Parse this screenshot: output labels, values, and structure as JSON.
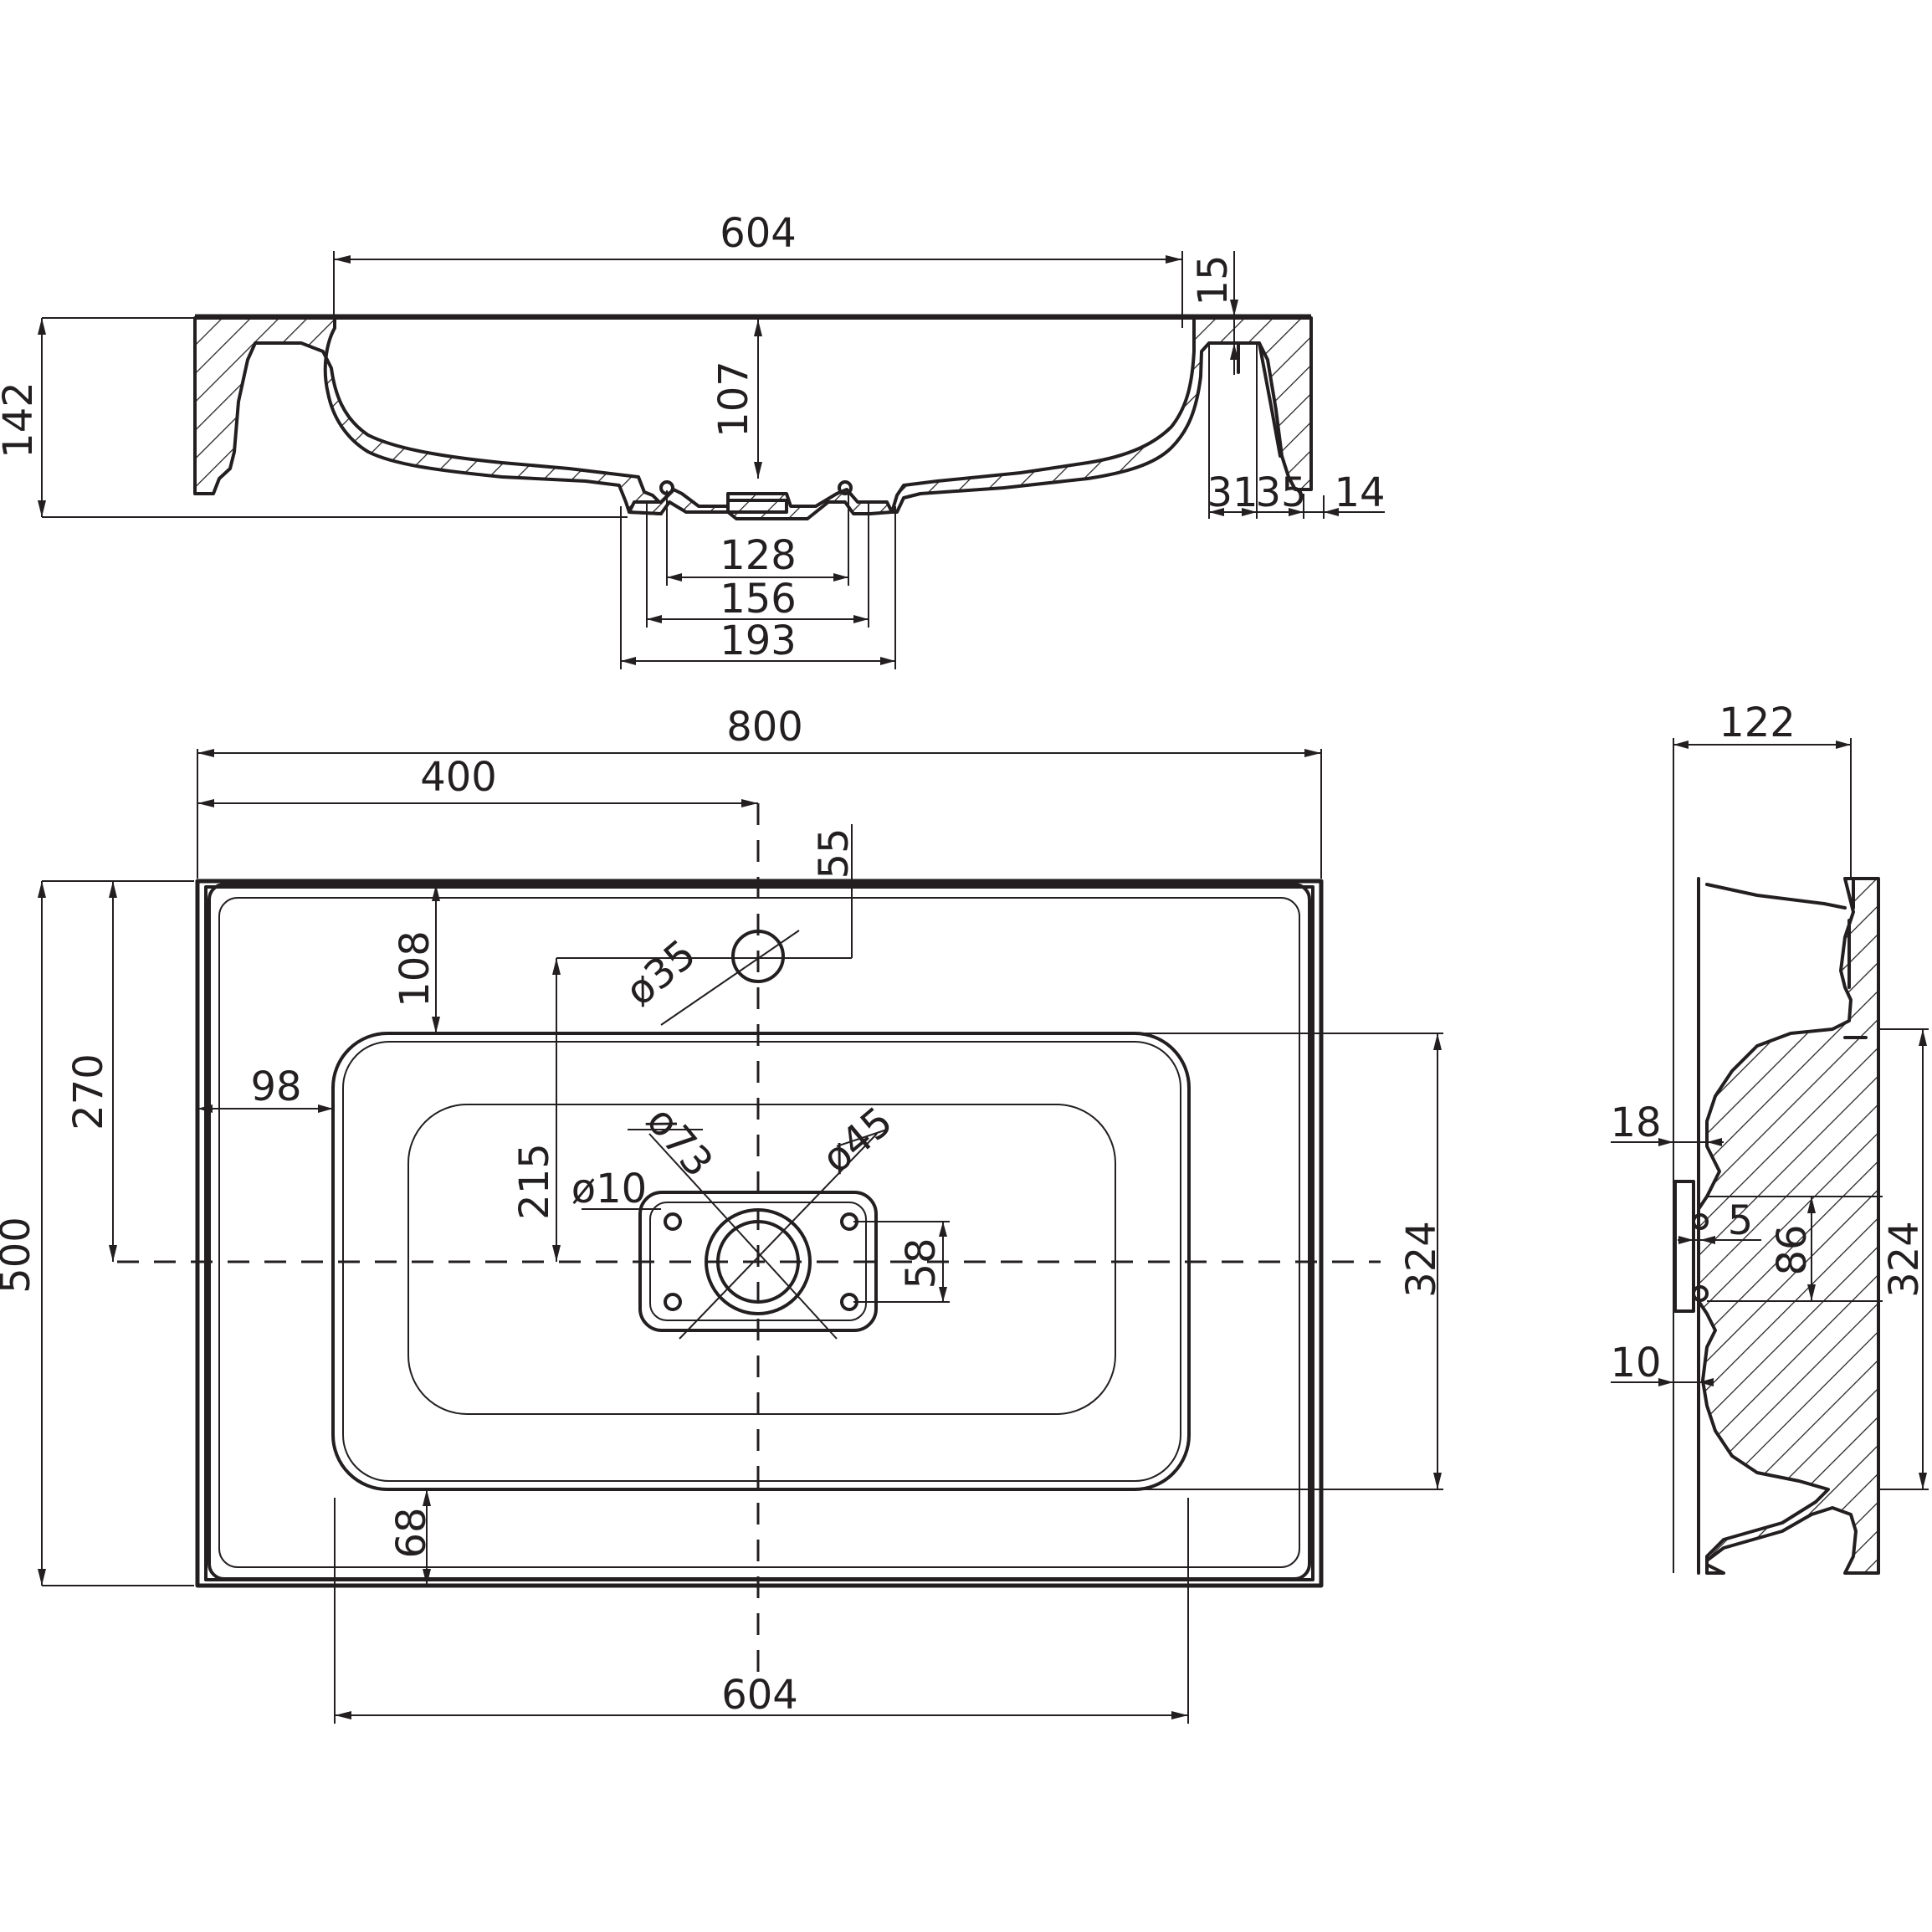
{
  "drawing": {
    "line_color": "#231f20",
    "background": "#ffffff"
  },
  "front_view": {
    "dim_top_width": "604",
    "dim_rim": "15",
    "dim_height_total": "142",
    "dim_bowl_depth": "107",
    "dim_31": "31",
    "dim_35": "35",
    "dim_14": "14",
    "dim_128": "128",
    "dim_156": "156",
    "dim_193": "193"
  },
  "top_view": {
    "dim_width": "800",
    "dim_half_width": "400",
    "dim_tap_offset": "55",
    "dim_depth": "500",
    "dim_centre_from_back": "270",
    "dim_bowl_from_back": "108",
    "dim_bowl_from_side": "98",
    "dim_tap_hole": "ø35",
    "dim_drain_to_tap": "215",
    "dim_drain_outer": "ø73",
    "dim_drain_inner": "ø45",
    "dim_fix_hole": "ø10",
    "dim_fix_spacing": "58",
    "dim_bowl_depth": "324",
    "dim_bowl_from_front": "68",
    "dim_bowl_width": "604"
  },
  "side_view": {
    "dim_height": "122",
    "dim_18": "18",
    "dim_5": "5",
    "dim_86": "86",
    "dim_10": "10",
    "dim_bowl_depth": "324"
  }
}
